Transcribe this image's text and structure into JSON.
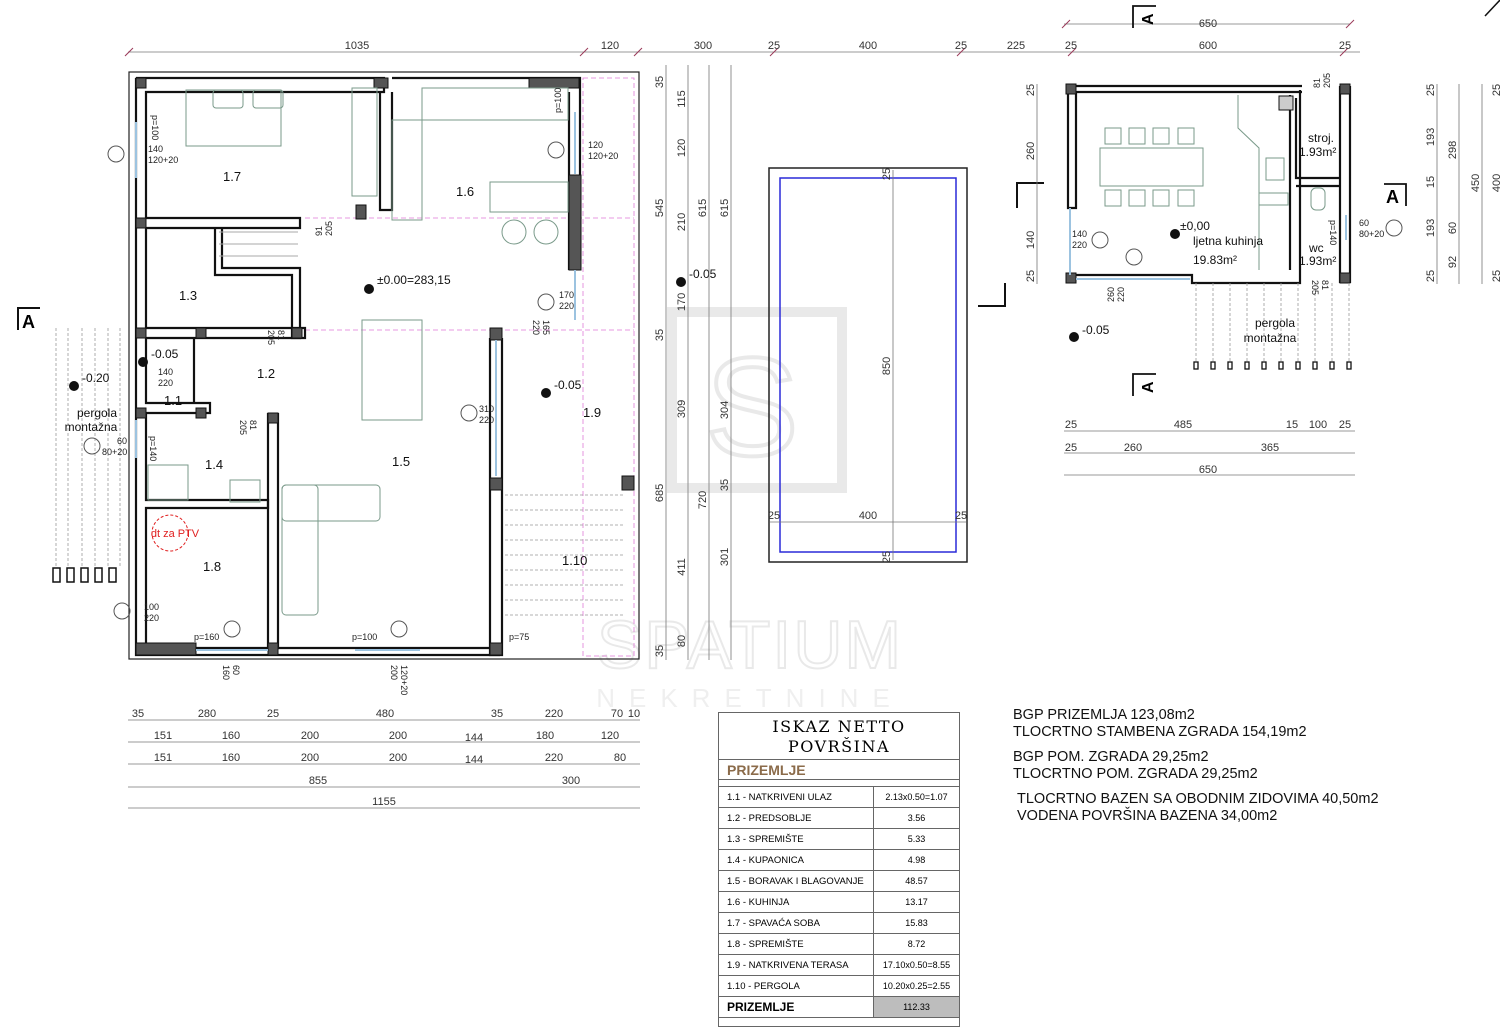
{
  "house": {
    "rooms": [
      "1.1",
      "1.2",
      "1.3",
      "1.4",
      "1.5",
      "1.6",
      "1.7",
      "1.8",
      "1.9",
      "1.10"
    ],
    "levels": {
      "main": "±0.00=283,15",
      "entry": "-0.05",
      "pergola": "-0.20",
      "terrace": "-0.05",
      "side": "-0.05"
    },
    "pergola_label": [
      "pergola",
      "montažna"
    ],
    "ptv_label": "dt za PTV",
    "openings": {
      "bed_win": [
        "140",
        "120+20"
      ],
      "bed_sill": "p=100",
      "kit_win": [
        "120",
        "120+20"
      ],
      "kit_sill": "p=100",
      "door_bed": [
        "91",
        "205"
      ],
      "door_13": [
        "81",
        "205"
      ],
      "terr_door": [
        "170",
        "220"
      ],
      "terr_door2": [
        "165",
        "220"
      ],
      "entry": [
        "140",
        "220"
      ],
      "bath_door": [
        "81",
        "205"
      ],
      "bath_win": [
        "60",
        "80+20"
      ],
      "bath_sill": "p=140",
      "liv_door": [
        "310",
        "220"
      ],
      "st_door": [
        "100",
        "220"
      ],
      "s18_win": [
        "160",
        "60"
      ],
      "s18_sill": "p=160",
      "liv_win": [
        "200",
        "120+20"
      ],
      "liv_sill": "p=100",
      "perg_sill": "p=75"
    }
  },
  "dims": {
    "top": [
      "1035",
      "120",
      "300",
      "25",
      "400",
      "25",
      "225",
      "25",
      "600",
      "25",
      "650"
    ],
    "bottom_row1": [
      "35",
      "280",
      "25",
      "480",
      "35",
      "220",
      "70",
      "10"
    ],
    "bottom_row2": [
      "151",
      "160",
      "200",
      "200",
      "144",
      "180",
      "120"
    ],
    "bottom_row3": [
      "151",
      "160",
      "200",
      "200",
      "144",
      "220",
      "80"
    ],
    "bottom_row4": [
      "855",
      "300"
    ],
    "bottom_total": "1155",
    "vertical_a": [
      "35",
      "545",
      "35",
      "685",
      "35"
    ],
    "vertical_b": [
      "115",
      "120",
      "210",
      "170",
      "309",
      "411",
      "80"
    ],
    "vertical_c": [
      "615",
      "720"
    ],
    "vertical_d": [
      "615",
      "304",
      "35",
      "301"
    ],
    "pool": [
      "25",
      "850",
      "25",
      "25",
      "400",
      "25"
    ],
    "annex_left": [
      "25",
      "260",
      "140",
      "25"
    ],
    "annex_right": [
      "25",
      "193",
      "15",
      "193",
      "60",
      "92",
      "25",
      "298",
      "450",
      "400",
      "25",
      "25"
    ],
    "annex_bottom1": [
      "25",
      "485",
      "15",
      "100",
      "25"
    ],
    "annex_bottom2": [
      "25",
      "260",
      "365"
    ],
    "annex_bottom_total": "650"
  },
  "annex": {
    "kitchen_name": "ljetna kuhinja",
    "kitchen_area": "19.83m²",
    "level": "±0,00",
    "level_out": "-0.05",
    "stroj_name": "stroj.",
    "stroj_area": "1.93m²",
    "wc_name": "wc",
    "wc_area": "1.93m²",
    "pergola_label": [
      "pergola",
      "montažna"
    ],
    "openings": {
      "win": [
        "140",
        "220"
      ],
      "door": [
        "260",
        "220"
      ],
      "door_top": [
        "81",
        "205"
      ],
      "door_bot": [
        "205",
        "81"
      ],
      "wc_win": [
        "60",
        "80+20"
      ],
      "wc_sill": "p=140"
    }
  },
  "section_marker": "A",
  "watermark": {
    "logo_letter": "S",
    "name": "SPATIUM",
    "sub": "NEKRETNINE"
  },
  "table": {
    "title": [
      "ISKAZ NETTO",
      "POVRŠINA"
    ],
    "section": "PRIZEMLJE",
    "rows": [
      {
        "name": "1.1 - NATKRIVENI ULAZ",
        "value": "2.13x0.50=1.07"
      },
      {
        "name": "1.2 - PREDSOBLJE",
        "value": "3.56"
      },
      {
        "name": "1.3 - SPREMIŠTE",
        "value": "5.33"
      },
      {
        "name": "1.4 - KUPAONICA",
        "value": "4.98"
      },
      {
        "name": "1.5 - BORAVAK I BLAGOVANJE",
        "value": "48.57"
      },
      {
        "name": "1.6 - KUHINJA",
        "value": "13.17"
      },
      {
        "name": "1.7 - SPAVAĆA SOBA",
        "value": "15.83"
      },
      {
        "name": "1.8 - SPREMIŠTE",
        "value": "8.72"
      },
      {
        "name": "1.9 - NATKRIVENA TERASA",
        "value": "17.10x0.50=8.55"
      },
      {
        "name": "1.10 - PERGOLA",
        "value": "10.20x0.25=2.55"
      }
    ],
    "total_label": "PRIZEMLJE",
    "total_value": "112.33"
  },
  "summary": [
    [
      "BGP PRIZEMLJA 123,08m2",
      "TLOCRTNO STAMBENA ZGRADA 154,19m2"
    ],
    [
      "BGP POM. ZGRADA 29,25m2",
      "TLOCRTNO POM. ZGRADA 29,25m2"
    ],
    [
      "TLOCRTNO BAZEN SA OBODNIM ZIDOVIMA 40,50m2",
      "VODENA POVRŠINA BAZENA 34,00m2"
    ]
  ],
  "colors": {
    "pool_water": "#2a2ad8",
    "dim_tick": "#9b3a5a",
    "section_brown": "#8b6b4a",
    "ptv_red": "#e02020"
  }
}
